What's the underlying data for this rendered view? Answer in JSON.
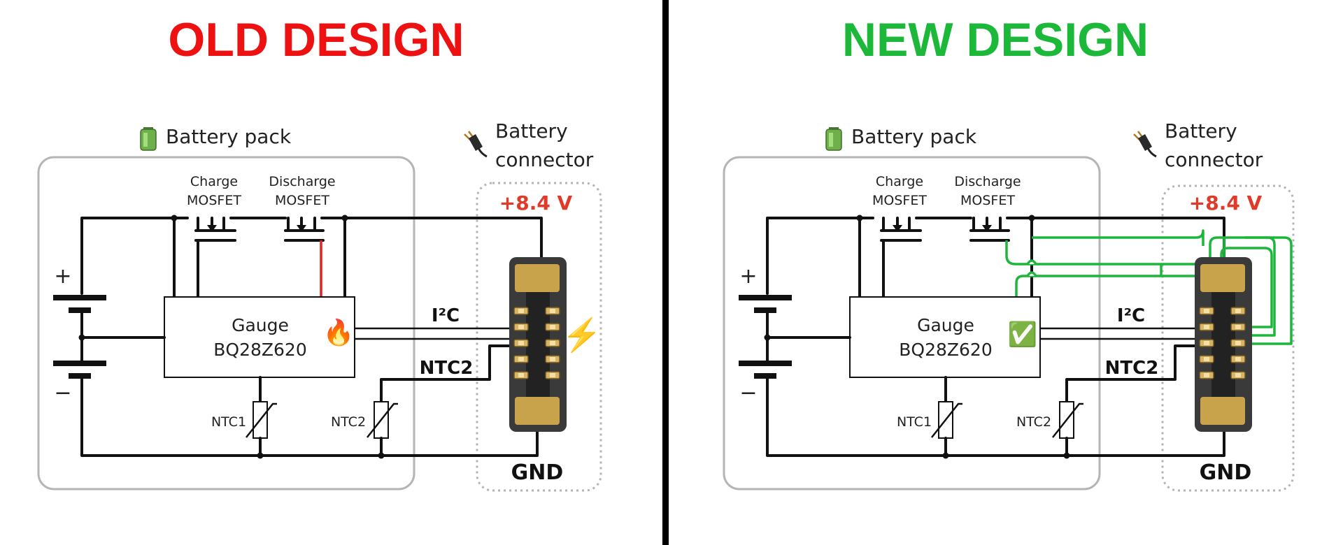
{
  "panels": [
    {
      "heading": "OLD DESIGN",
      "heading_color": "#ee1111",
      "pack_label": "Battery pack",
      "connector_label_line1": "Battery",
      "connector_label_line2": "connector",
      "voltage_label": "+8.4 V",
      "gnd_label": "GND",
      "charge_label_line1": "Charge",
      "charge_label_line2": "MOSFET",
      "discharge_label_line1": "Discharge",
      "discharge_label_line2": "MOSFET",
      "gauge_line1": "Gauge",
      "gauge_line2": "BQ28Z620",
      "gauge_badge": "🔥",
      "i2c_label": "I²C",
      "ntc2_bus_label": "NTC2",
      "ntc1_label": "NTC1",
      "ntc2_label": "NTC2",
      "plus_label": "+",
      "minus_label": "−",
      "connector_badge": "⚡"
    },
    {
      "heading": "NEW DESIGN",
      "heading_color": "#1bb83a",
      "pack_label": "Battery pack",
      "connector_label_line1": "Battery",
      "connector_label_line2": "connector",
      "voltage_label": "+8.4 V",
      "gnd_label": "GND",
      "charge_label_line1": "Charge",
      "charge_label_line2": "MOSFET",
      "discharge_label_line1": "Discharge",
      "discharge_label_line2": "MOSFET",
      "gauge_line1": "Gauge",
      "gauge_line2": "BQ28Z620",
      "gauge_badge": "✅",
      "i2c_label": "I²C",
      "ntc2_bus_label": "NTC2",
      "ntc1_label": "NTC1",
      "ntc2_label": "NTC2",
      "plus_label": "+",
      "minus_label": "−"
    }
  ],
  "colors": {
    "voltage": "#e03a2a",
    "overheat_trace": "#e0231f",
    "new_trace": "#1db53a",
    "divider": "#000000"
  },
  "icons": {
    "pack_icon": "battery-icon",
    "connector_icon": "plug-icon"
  }
}
